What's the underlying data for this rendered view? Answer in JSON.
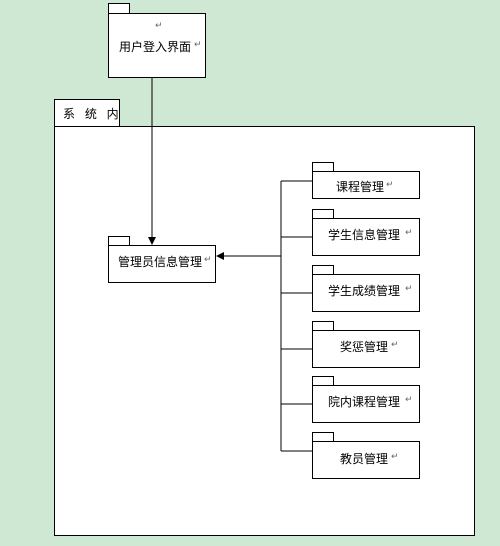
{
  "diagram": {
    "login": {
      "label": "用户登入界面",
      "mark": "↵"
    },
    "system": {
      "label": "系 统 内"
    },
    "admin": {
      "label": "管理员信息管理",
      "mark": "↵"
    },
    "modules": [
      {
        "label": "课程管理",
        "mark": "↵"
      },
      {
        "label": "学生信息管理",
        "mark": "↵"
      },
      {
        "label": "学生成绩管理",
        "mark": "↵"
      },
      {
        "label": "奖惩管理",
        "mark": "↵"
      },
      {
        "label": "院内课程管理",
        "mark": "↵"
      },
      {
        "label": "教员管理",
        "mark": "↵"
      }
    ],
    "colors": {
      "background": "#cfe8d4",
      "box_fill": "#ffffff",
      "line": "#000000"
    }
  }
}
